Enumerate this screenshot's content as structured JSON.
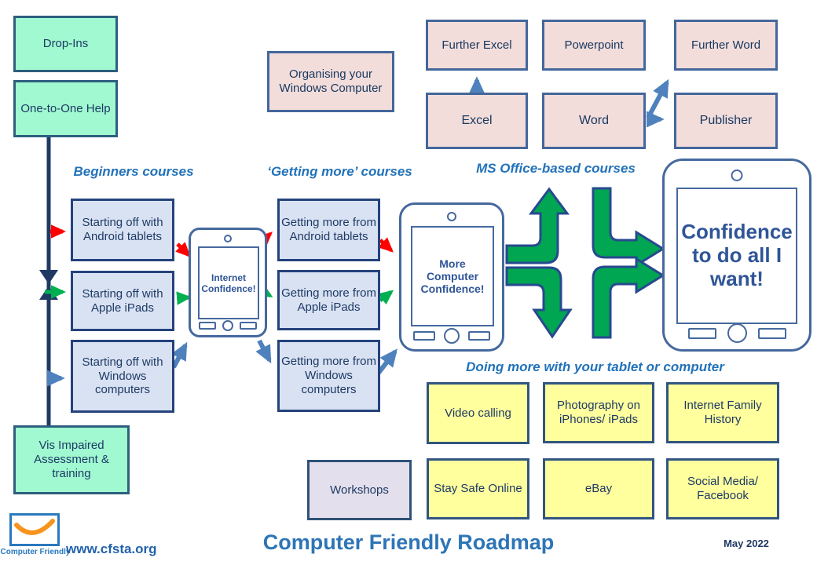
{
  "support": {
    "drop_ins": "Drop-Ins",
    "one_to_one": "One-to-One Help",
    "vis_impaired": "Vis Impaired Assessment & training"
  },
  "section_headers": {
    "beginners": "Beginners courses",
    "getting_more": "‘Getting more’ courses",
    "ms_office": "MS Office-based courses",
    "doing_more": "Doing more with your tablet or computer"
  },
  "office_courses": {
    "organising": "Organising your Windows Computer",
    "further_excel": "Further Excel",
    "powerpoint": "Powerpoint",
    "further_word": "Further Word",
    "excel": "Excel",
    "word": "Word",
    "publisher": "Publisher"
  },
  "beginners_courses": [
    "Starting off with Android tablets",
    "Starting off with Apple iPads",
    "Starting off with Windows computers"
  ],
  "getting_more_courses": [
    "Getting more from Android tablets",
    "Getting more from Apple iPads",
    "Getting more from Windows computers"
  ],
  "phones": {
    "internet": "Internet Confidence!",
    "more": "More Computer Confidence!",
    "confidence": "Confidence to do all I want!"
  },
  "doing_more_courses": [
    "Video calling",
    "Photography on iPhones/ iPads",
    "Internet Family History",
    "Stay Safe Online",
    "eBay",
    "Social Media/ Facebook"
  ],
  "workshops": "Workshops",
  "footer": {
    "url": "www.cfsta.org",
    "title": "Computer Friendly Roadmap",
    "date": "May 2022",
    "logo_caption": "Computer Friendly"
  },
  "colors": {
    "header_blue": "#2272B9",
    "title_blue": "#2E75B6",
    "navy": "#1F3864",
    "mint_fill": "#A0F9D1",
    "pink_fill": "#F2DDDB",
    "course_blue_fill": "#D9E2F3",
    "yellow_fill": "#FFFF9E",
    "lavender_fill": "#E4DFEC",
    "arrow_red": "#FF0000",
    "arrow_green": "#00B050",
    "arrow_steel": "#4F81BD",
    "big_arrow_green": "#00A651"
  }
}
